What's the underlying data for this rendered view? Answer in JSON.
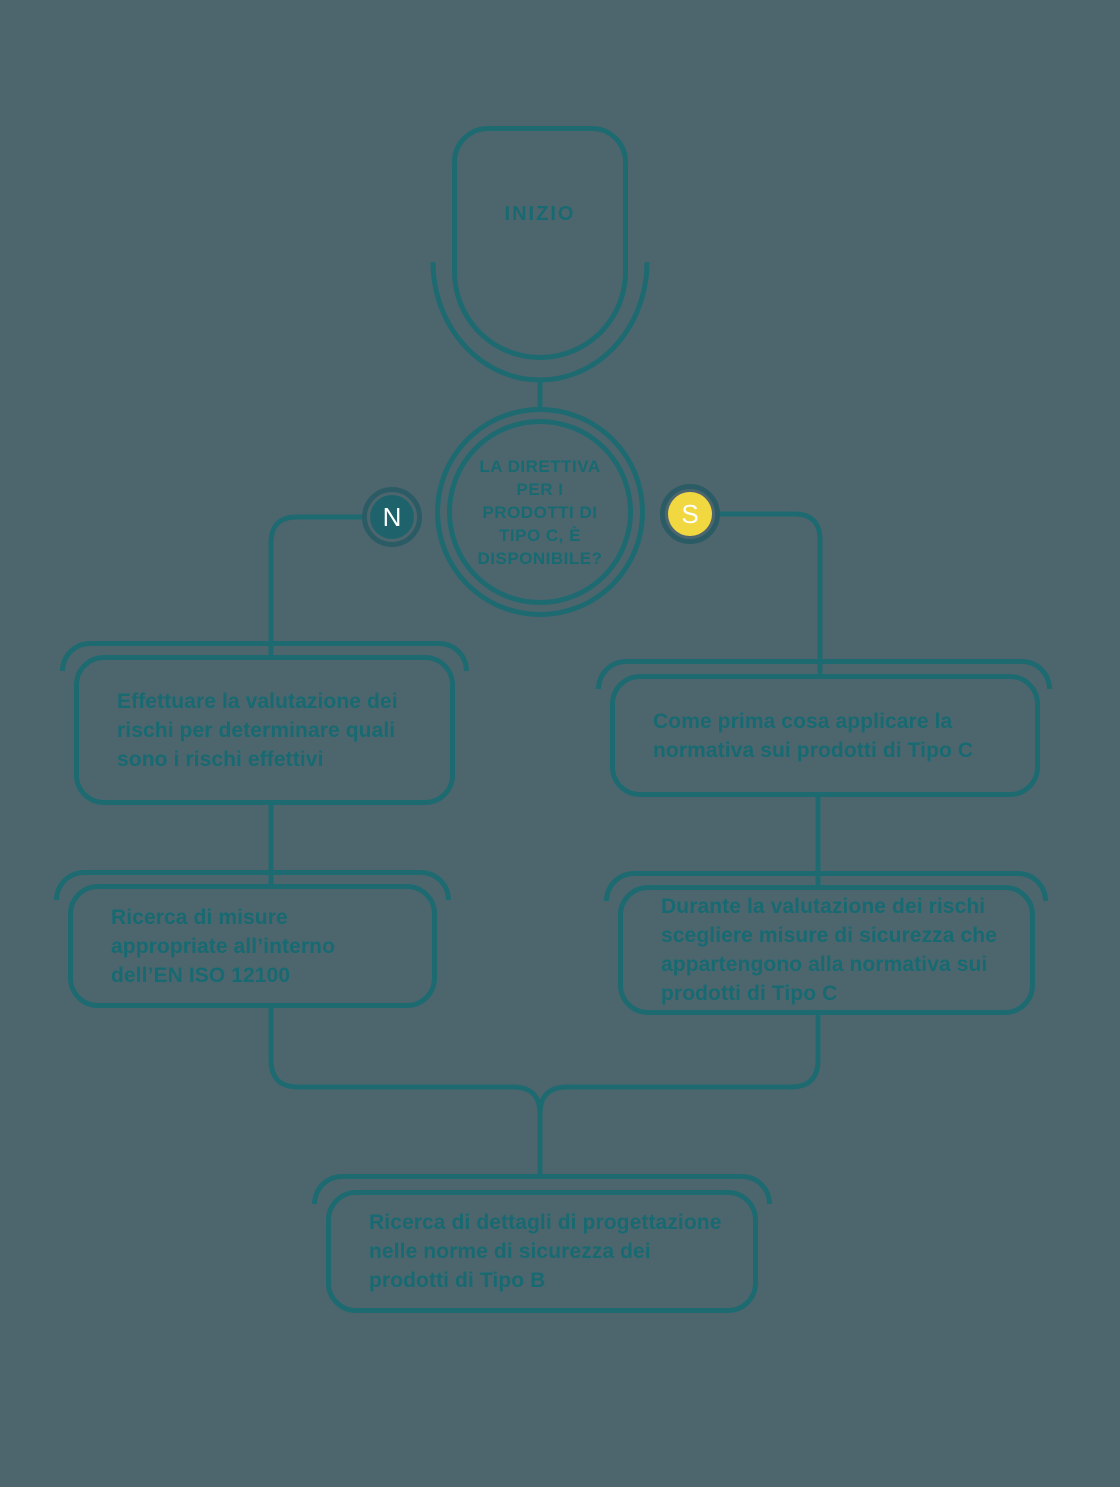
{
  "colors": {
    "background": "#4d666e",
    "line": "#1e6a71",
    "text": "#176a71",
    "badge_ring": "#2b5c65",
    "badge_no_fill": "#1e636c",
    "badge_yes_fill": "#f2d840",
    "badge_text": "#ffffff",
    "footer_strip": "#ffffff"
  },
  "flowchart": {
    "start": {
      "label": "INIZIO"
    },
    "decision": {
      "label": "LA DIRETTIVA\nPER I\nPRODOTTI DI\nTIPO C, È\nDISPONIBILE?"
    },
    "branch_no": {
      "label": "N"
    },
    "branch_yes": {
      "label": "S"
    },
    "boxes": {
      "no_step1": {
        "text": "Effettuare la valutazione dei rischi per determinare quali sono i rischi effettivi"
      },
      "no_step2": {
        "text": "Ricerca di misure appropriate all’interno dell’EN ISO 12100"
      },
      "yes_step1": {
        "text": "Come prima cosa applicare la normativa sui prodotti di Tipo C"
      },
      "yes_step2": {
        "text": "Durante la valutazione dei rischi scegliere misure di sicurezza che appartengono alla normativa sui prodotti di Tipo C"
      },
      "merge": {
        "text": "Ricerca di dettagli di progettazione nelle norme di sicurezza dei prodotti di Tipo B"
      }
    }
  }
}
